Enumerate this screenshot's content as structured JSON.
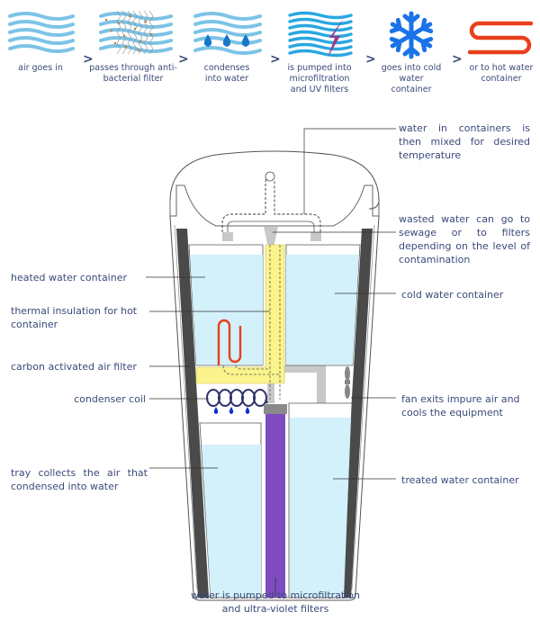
{
  "process_steps": [
    {
      "icon": "air-waves-icon",
      "label": "air goes in"
    },
    {
      "icon": "anti-bacterial-filter-icon",
      "label": "passes through anti-bacterial filter"
    },
    {
      "icon": "condensing-droplets-icon",
      "label": "condenses into water"
    },
    {
      "icon": "uv-filter-icon",
      "label": "is pumped into microfiltration and UV filters"
    },
    {
      "icon": "snowflake-icon",
      "label": "goes into cold water container"
    },
    {
      "icon": "heating-coil-icon",
      "label": "or to hot water container"
    }
  ],
  "step_separator": ">",
  "callouts": {
    "mixing": "water in containers is then mixed for desired temperature",
    "wasted_water": "wasted water can go to sewage or to filters depending on the level of contamination",
    "heated_container": "heated water container",
    "thermal_insulation": "thermal insulation for hot container",
    "carbon_filter": "carbon activated air filter",
    "condenser_coil": "condenser coil",
    "tray": "tray collects the air that condensed into water",
    "cold_container": "cold water container",
    "fan": "fan exits impure air and cools the equipment",
    "treated_container": "treated water container",
    "pump": "water is pumped to microfiltration and ultra-violet filters"
  },
  "colors": {
    "text": "#3b4a7a",
    "water": "#d2f1fa",
    "air_wave": "#7cc3e6",
    "uv_wave": "#29a7e1",
    "snowflake": "#1a73e8",
    "heating_coil": "#e8401a",
    "insulation": "#fbf48c",
    "uv_tube": "#7e4cc0",
    "lightning": "#9b3a8a",
    "droplet": "#0a2fd6",
    "wall_dark": "#4a4a4a",
    "pipe_gray": "#c8c8c8"
  }
}
